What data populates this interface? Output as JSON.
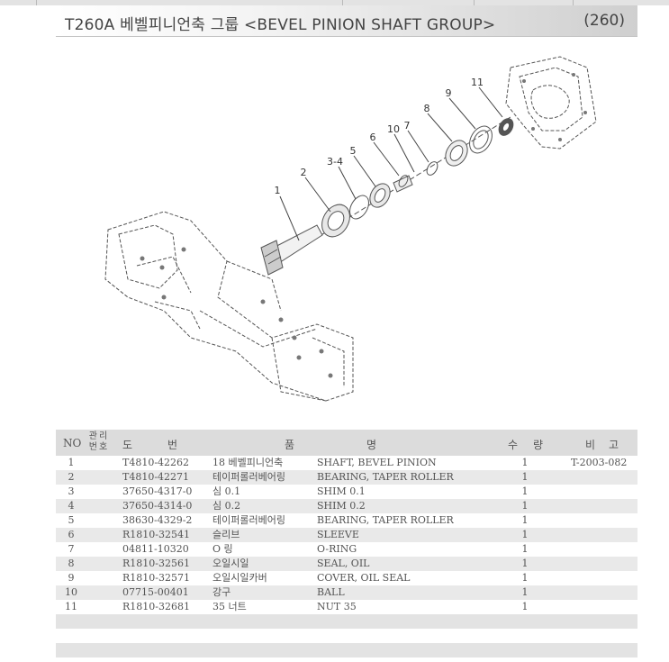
{
  "header": {
    "title": "T260A 베벨피니언축 그룹 <BEVEL PINION SHAFT GROUP>",
    "page_number": "(260)"
  },
  "diagram": {
    "callouts": [
      "1",
      "2",
      "3-4",
      "5",
      "6",
      "10",
      "7",
      "8",
      "9",
      "11"
    ]
  },
  "table": {
    "headers": {
      "no": "NO",
      "mgmt_no": "관리번호",
      "drawing_no_1": "도",
      "drawing_no_2": "번",
      "name_1": "품",
      "name_2": "명",
      "qty_1": "수",
      "qty_2": "량",
      "remark_1": "비",
      "remark_2": "고"
    },
    "rows": [
      {
        "no": "1",
        "part": "T4810-42262",
        "kor": "18 베벨피니언축",
        "eng": "SHAFT, BEVEL PINION",
        "qty": "1",
        "remark": "T-2003-082"
      },
      {
        "no": "2",
        "part": "T4810-42271",
        "kor": "테이퍼롤러베어링",
        "eng": "BEARING, TAPER ROLLER",
        "qty": "1",
        "remark": ""
      },
      {
        "no": "3",
        "part": "37650-4317-0",
        "kor": "심 0.1",
        "eng": "SHIM 0.1",
        "qty": "1",
        "remark": ""
      },
      {
        "no": "4",
        "part": "37650-4314-0",
        "kor": "심 0.2",
        "eng": "SHIM 0.2",
        "qty": "1",
        "remark": ""
      },
      {
        "no": "5",
        "part": "38630-4329-2",
        "kor": "테이퍼롤러베어링",
        "eng": "BEARING, TAPER ROLLER",
        "qty": "1",
        "remark": ""
      },
      {
        "no": "6",
        "part": "R1810-32541",
        "kor": "슬리브",
        "eng": "SLEEVE",
        "qty": "1",
        "remark": ""
      },
      {
        "no": "7",
        "part": "04811-10320",
        "kor": "O 링",
        "eng": "O-RING",
        "qty": "1",
        "remark": ""
      },
      {
        "no": "8",
        "part": "R1810-32561",
        "kor": "오일시일",
        "eng": "SEAL, OIL",
        "qty": "1",
        "remark": ""
      },
      {
        "no": "9",
        "part": "R1810-32571",
        "kor": "오일시일카버",
        "eng": "COVER, OIL SEAL",
        "qty": "1",
        "remark": ""
      },
      {
        "no": "10",
        "part": "07715-00401",
        "kor": "강구",
        "eng": "BALL",
        "qty": "1",
        "remark": ""
      },
      {
        "no": "11",
        "part": "R1810-32681",
        "kor": "35 너트",
        "eng": "NUT 35",
        "qty": "1",
        "remark": ""
      }
    ]
  }
}
